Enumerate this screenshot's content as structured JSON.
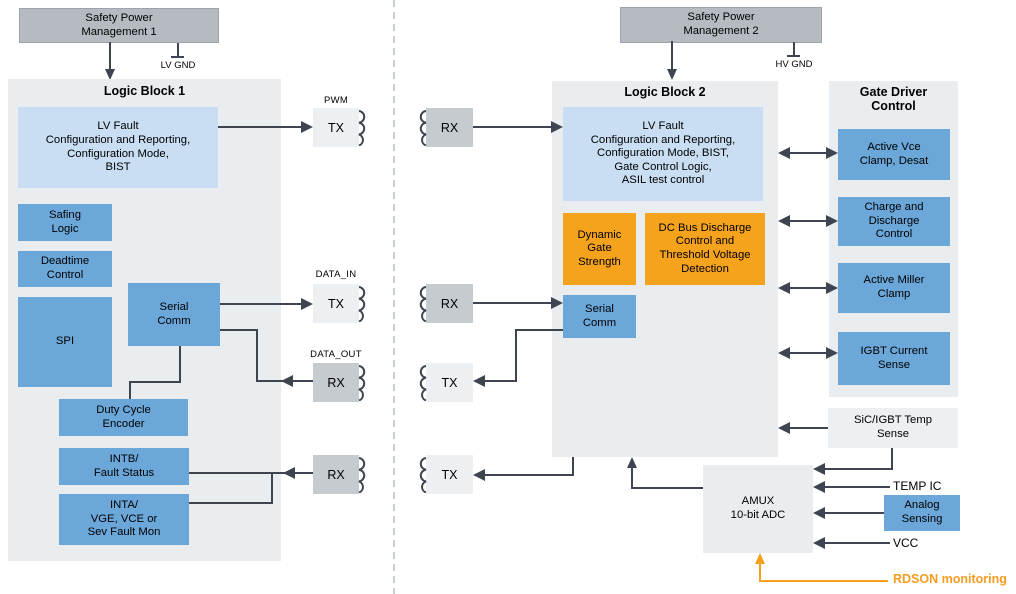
{
  "left": {
    "power_label": "Safety Power\nManagement 1",
    "gnd_label": "LV GND",
    "logic_title": "Logic Block 1",
    "boxes": {
      "lv_fault": "LV Fault\nConfiguration and Reporting,\nConfiguration Mode,\nBIST",
      "safing": "Safing\nLogic",
      "deadtime": "Deadtime\nControl",
      "spi": "SPI",
      "serial": "Serial\nComm",
      "duty": "Duty Cycle\nEncoder",
      "intb": "INTB/\nFault Status",
      "inta": "INTA/\nVGE, VCE or\nSev Fault Mon"
    },
    "port_labels": {
      "pwm": "PWM",
      "data_in": "DATA_IN",
      "data_out": "DATA_OUT"
    },
    "ports": {
      "pwm": "TX",
      "data_in": "TX",
      "data_out": "RX",
      "fault": "RX"
    }
  },
  "right": {
    "power_label": "Safety Power\nManagement 2",
    "gnd_label": "HV GND",
    "logic_title": "Logic Block 2",
    "boxes": {
      "lv_fault": "LV Fault\nConfiguration and Reporting,\nConfiguration Mode, BIST,\nGate Control Logic,\nASIL test control",
      "dynamic_gate": "Dynamic\nGate\nStrength",
      "dc_bus": "DC Bus Discharge\nControl and\nThreshold Voltage\nDetection",
      "serial": "Serial\nComm",
      "amux": "AMUX\n10-bit ADC",
      "sic_temp": "SiC/IGBT Temp\nSense",
      "analog": "Analog\nSensing"
    },
    "gate_driver": {
      "title": "Gate Driver\nControl",
      "vce": "Active Vce\nClamp, Desat",
      "charge": "Charge and\nDischarge\nControl",
      "miller": "Active Miller\nClamp",
      "igbt": "IGBT Current\nSense"
    },
    "ports": {
      "rx_top": "RX",
      "rx_mid": "RX",
      "tx_mid": "TX",
      "tx_bot": "TX"
    },
    "labels": {
      "temp_ic": "TEMP IC",
      "vcc": "VCC",
      "rdson": "RDSON monitoring"
    }
  },
  "colors": {
    "blue": "#6ba7d9",
    "light_blue": "#c9def2",
    "orange_box": "#f5a21d",
    "gray_box": "#b6bbc1",
    "container": "#e9edf0",
    "rx_fill": "#c6cbd0",
    "tx_fill": "#edf0f2",
    "line": "#3e4551",
    "rdson_orange": "#f59d20"
  }
}
